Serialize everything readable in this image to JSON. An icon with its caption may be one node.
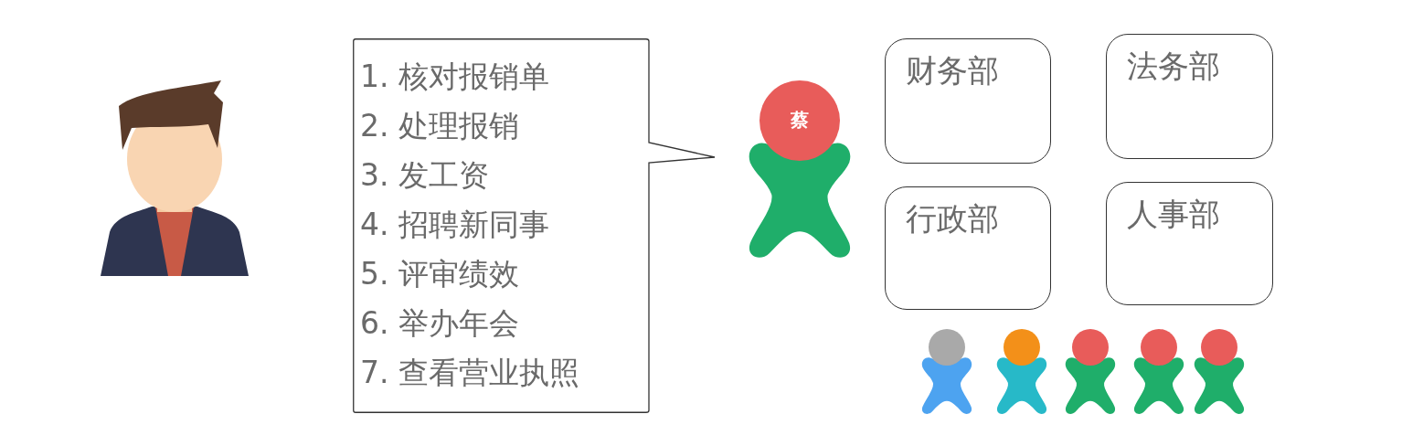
{
  "diagram": {
    "nodes": [
      {
        "text": [],
        "shape": "person"
      },
      {
        "text": [
          "1. 核对报销单",
          "2. 处理报销",
          "3. 发工资",
          "4. 招聘新同事",
          "5. 评审绩效",
          "6. 举办年会",
          "7. 查看营业执照"
        ]
      },
      {
        "text": [
          "蔡"
        ]
      },
      {
        "text": [
          "财务部"
        ]
      },
      {
        "text": [
          "法务部"
        ]
      },
      {
        "text": [
          "行政部"
        ]
      },
      {
        "text": [
          "人事部"
        ]
      },
      {
        "text": [],
        "shape": "person"
      },
      {
        "text": [],
        "shape": "person"
      },
      {
        "text": [],
        "shape": "person"
      },
      {
        "text": [],
        "shape": "person"
      },
      {
        "text": [],
        "shape": "person"
      }
    ]
  }
}
